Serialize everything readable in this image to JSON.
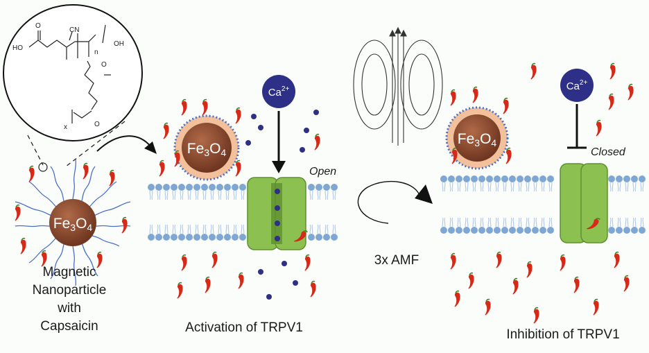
{
  "chemistry": {
    "ho": "HO",
    "cn": "CN",
    "oh": "OH",
    "n": "n",
    "o1": "O",
    "o2": "O",
    "o3": "O",
    "x": "x"
  },
  "nanoparticles": {
    "left_text": "Fe3O4",
    "middle_text": "Fe3O4",
    "right_text": "Fe3O4"
  },
  "ions": {
    "ca_text": "Ca2+"
  },
  "channel_states": {
    "open": "Open",
    "closed": "Closed"
  },
  "field_label": "3x AMF",
  "captions": {
    "left_lines": [
      "Magnetic",
      "Nanoparticle",
      "with",
      "Capsaicin"
    ],
    "middle": "Activation of TRPV1",
    "right": "Inhibition of TRPV1"
  },
  "colors": {
    "membrane_head": "#7fa7d4",
    "membrane_tail": "#a9c3e6",
    "channel": "#8cc152",
    "channel_dark": "#5e8f2e",
    "nanoparticle": "#8c4a2f",
    "corona": "#f0b58a",
    "polymer": "#4a6fc9",
    "chili": "#d42a1a",
    "ion": "#2e2f86"
  }
}
